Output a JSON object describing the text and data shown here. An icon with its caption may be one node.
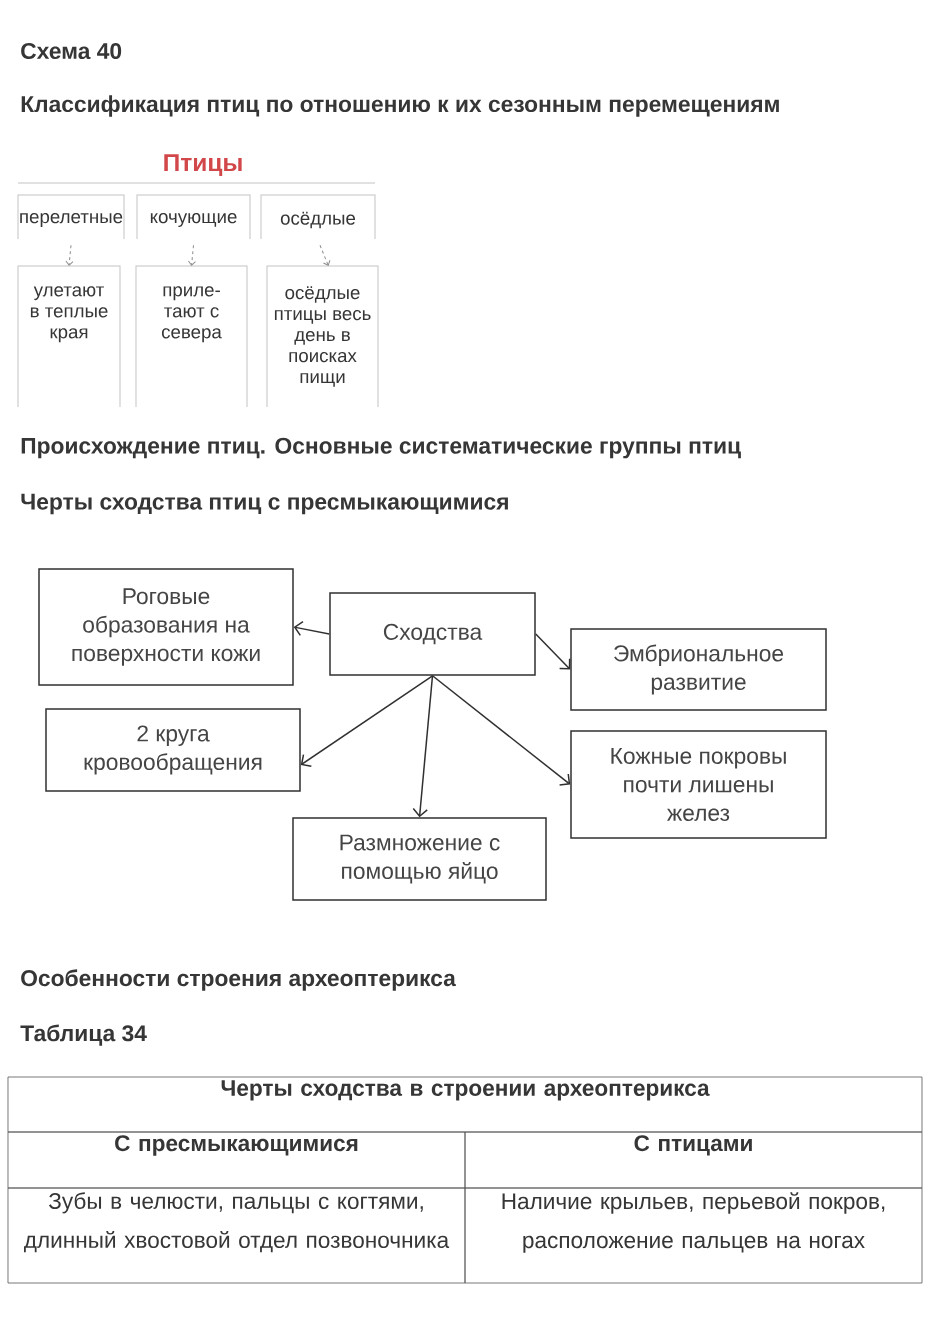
{
  "diagram": {
    "title": "Схема 40",
    "nodes": [
      {
        "text": [
          "перелетные"
        ]
      },
      {
        "text": [
          "кочующие"
        ]
      },
      {
        "text": [
          "осёдлые"
        ]
      },
      {
        "text": [
          "улетают в теплые края"
        ]
      },
      {
        "text": [
          "приле- тают с севера"
        ]
      },
      {
        "text": [
          "осёдлые птицы весь день в поисках пищи"
        ]
      },
      {
        "text": [
          "Роговые образования на поверхности кожи"
        ]
      },
      {
        "text": [
          "Сходства"
        ]
      },
      {
        "text": [
          "Эмбриональное развитие"
        ]
      },
      {
        "text": [
          "2 круга кровообращения"
        ]
      },
      {
        "text": [
          "Кожные покровы почти лишены желез"
        ]
      },
      {
        "text": [
          "Размножение с помощью яйцо"
        ]
      }
    ],
    "edges": [
      {
        "from": 0,
        "to": 3,
        "arrow": "to",
        "style": "dashed",
        "color": "#8c8c8c"
      },
      {
        "from": 1,
        "to": 4,
        "arrow": "to",
        "style": "dashed",
        "color": "#8c8c8c"
      },
      {
        "from": 2,
        "to": 5,
        "arrow": "to",
        "style": "dashed",
        "color": "#8c8c8c"
      },
      {
        "from": 7,
        "to": 6,
        "arrow": "to"
      },
      {
        "from": 7,
        "to": 8,
        "arrow": "to"
      },
      {
        "from": 7,
        "to": 9,
        "arrow": "to"
      },
      {
        "from": 7,
        "to": 11,
        "arrow": "to"
      },
      {
        "from": 7,
        "to": 10,
        "arrow": "to"
      }
    ],
    "labels": [
      "Классификация птиц по отношению к их сезонным перемещениям",
      "Птицы",
      "Происхождение птиц. Основные систематические группы птиц",
      "Черты сходства птиц с пресмыкающимися",
      "Особенности строения археоптерикса",
      "Таблица 34",
      "Черты сходства в строении археоптерикса",
      "С пресмыкающимися",
      "С птицами",
      "Зубы в челюсти, пальцы с когтями, длинный хвостовой отдел позвоночника",
      "Наличие крыльев, перьевой покров, расположение пальцев на ногах"
    ]
  }
}
